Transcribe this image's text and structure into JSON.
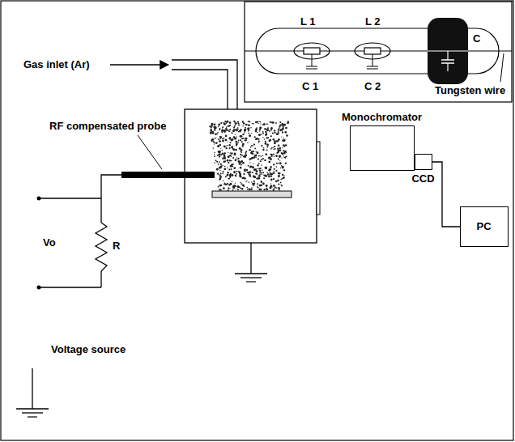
{
  "diagram": {
    "nodes": [
      {
        "text": [
          "Monochromator"
        ]
      },
      {
        "text": [
          "CCD"
        ]
      },
      {
        "text": [
          "PC"
        ]
      }
    ],
    "edges": [
      {
        "from": 1,
        "to": 2,
        "arrow": "none"
      }
    ],
    "labels": [
      "Gas inlet (Ar)",
      "RF compensated probe",
      "Vo",
      "R",
      "Voltage source",
      "L 1",
      "L 2",
      "C 1",
      "C 2",
      "C",
      "Tungsten wire"
    ]
  }
}
